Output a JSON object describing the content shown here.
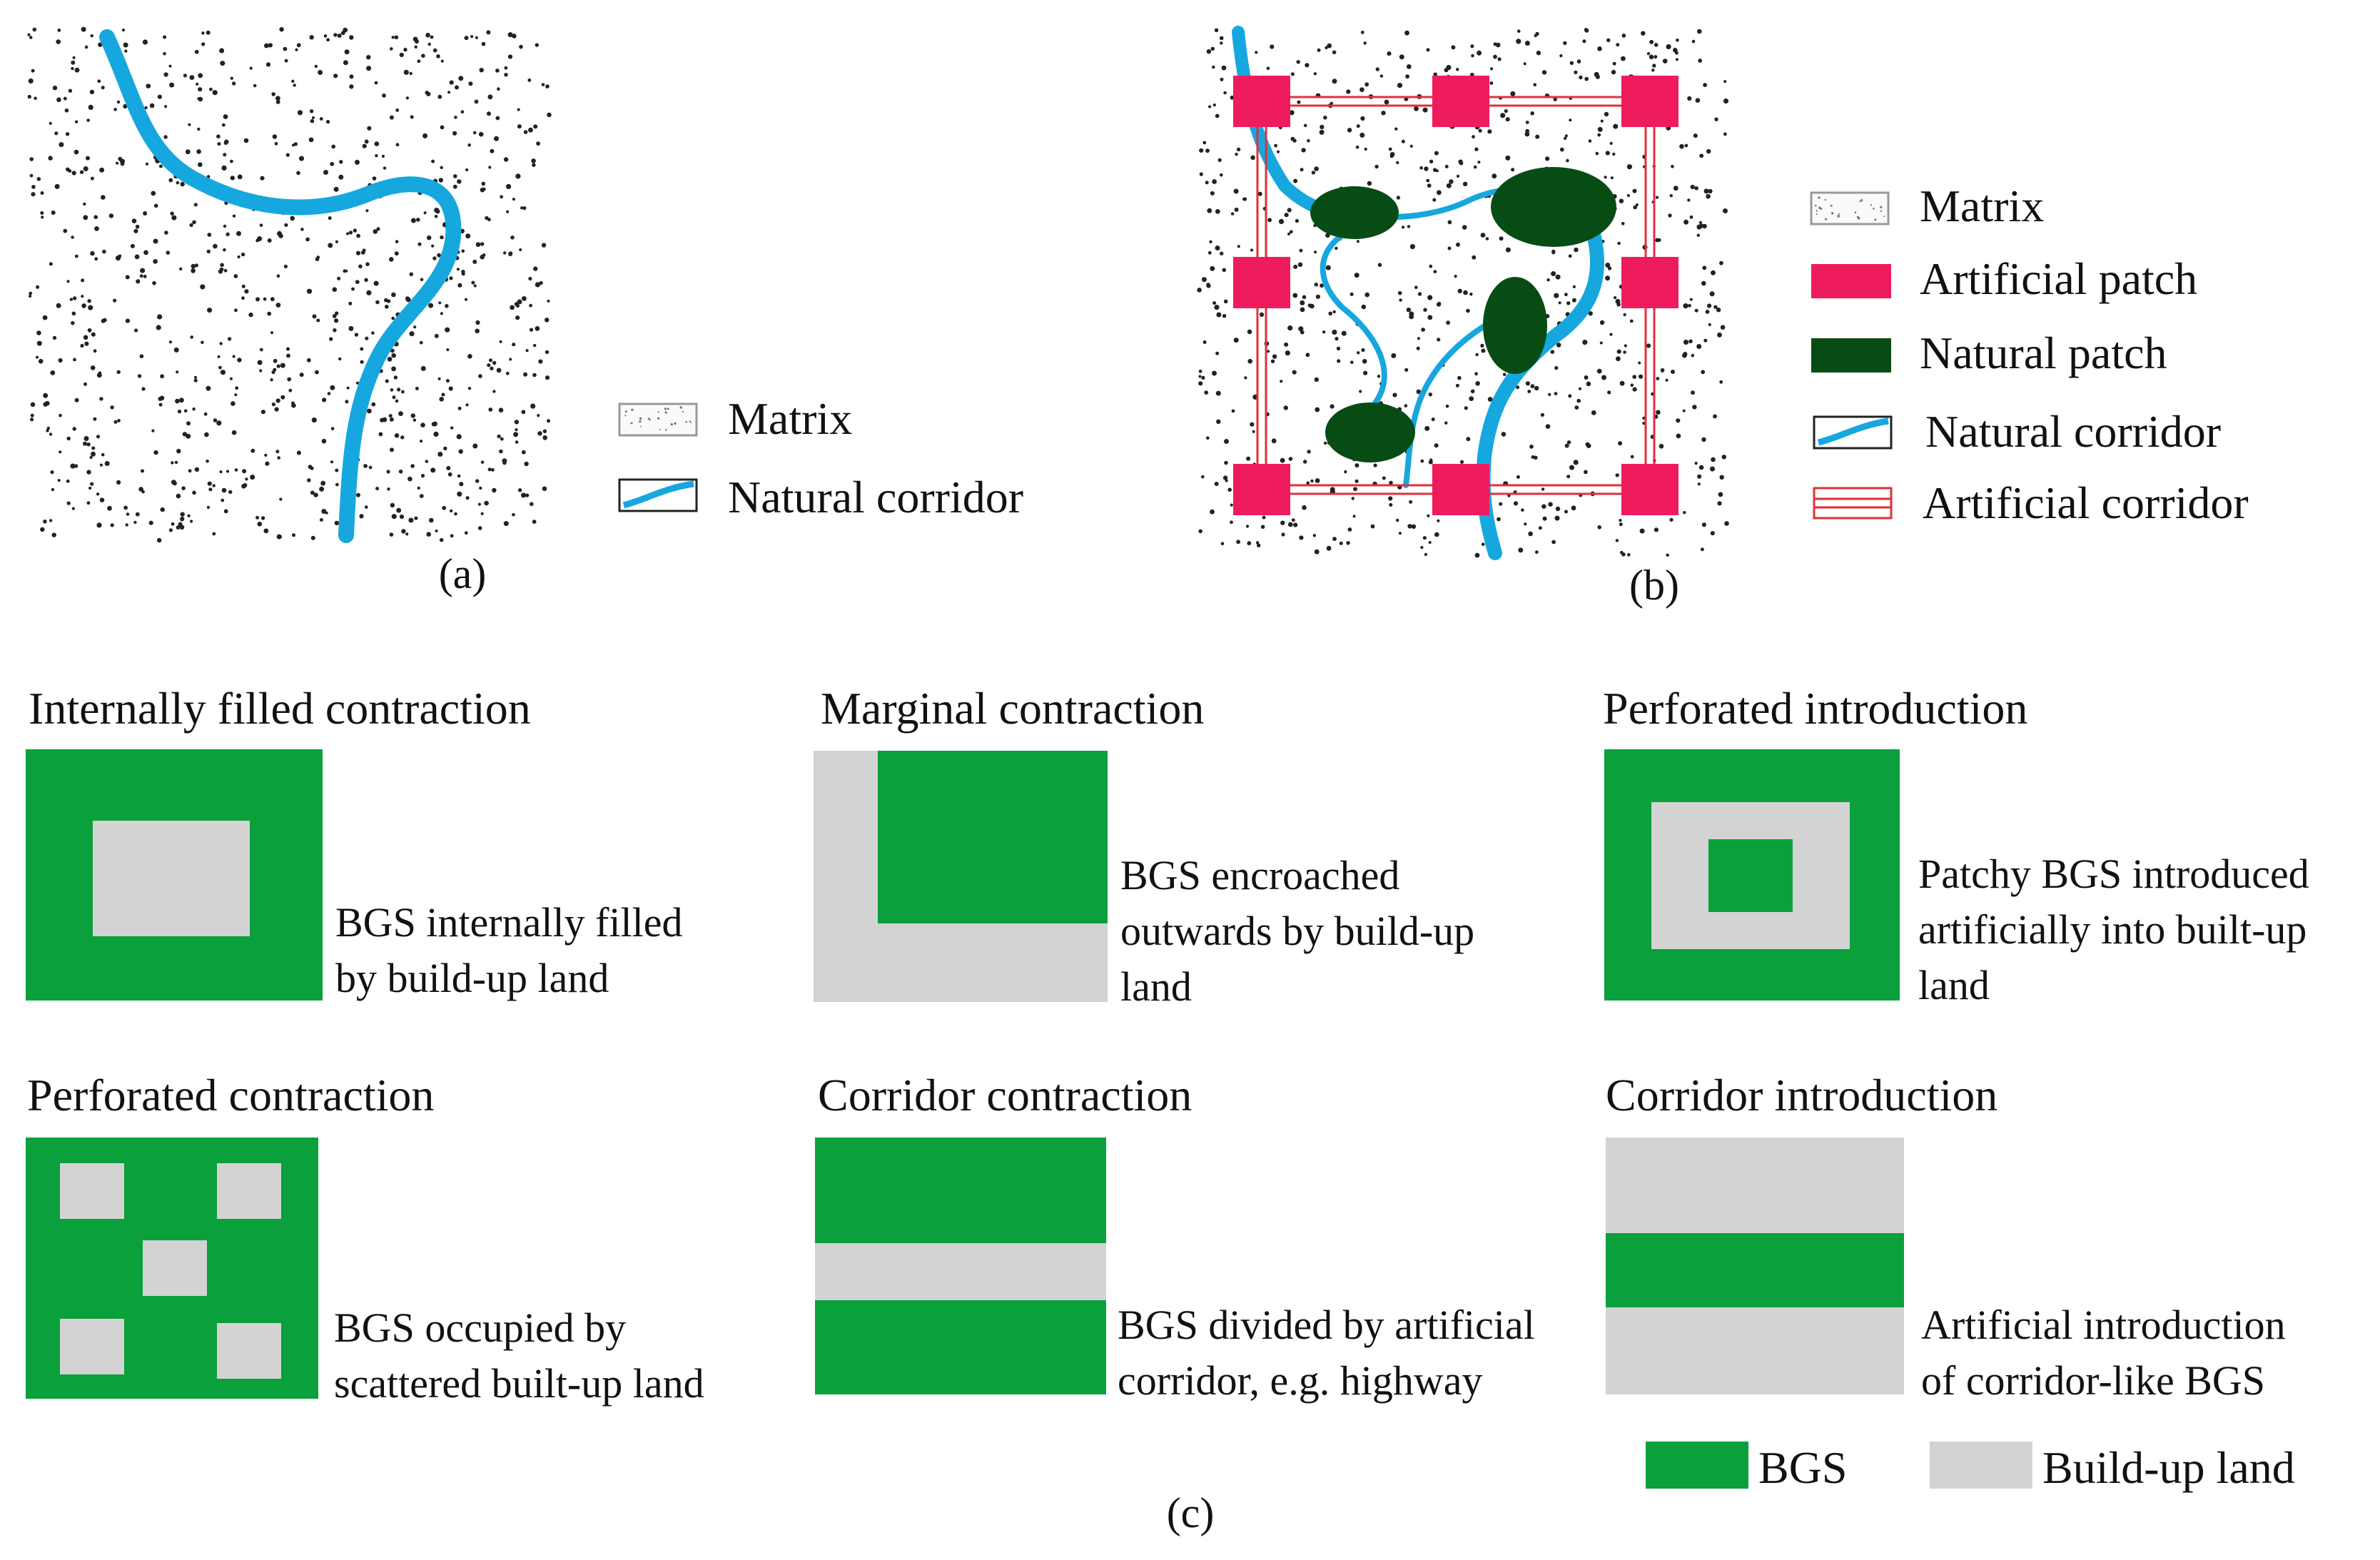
{
  "colors": {
    "bgs": "#0aa03c",
    "built_up": "#d3d3d3",
    "river": "#17a7df",
    "artificial_patch": "#ee1c5c",
    "natural_patch": "#084c15",
    "artificial_corridor": "#e0303a",
    "matrix_dot": "#222222"
  },
  "panel_a": {
    "caption": "(a)",
    "legend": [
      {
        "label": "Matrix",
        "icon": "matrix-swatch"
      },
      {
        "label": "Natural corridor",
        "icon": "natural-corridor-swatch"
      }
    ]
  },
  "panel_b": {
    "caption": "(b)",
    "legend": [
      {
        "label": "Matrix",
        "icon": "matrix-swatch"
      },
      {
        "label": "Artificial patch",
        "icon": "artificial-patch-swatch"
      },
      {
        "label": "Natural patch",
        "icon": "natural-patch-swatch"
      },
      {
        "label": "Natural corridor",
        "icon": "natural-corridor-swatch"
      },
      {
        "label": "Artificial corridor",
        "icon": "artificial-corridor-swatch"
      }
    ]
  },
  "panel_c": {
    "caption": "(c)",
    "types": [
      {
        "title": "Internally filled contraction",
        "desc": [
          "BGS internally filled",
          "by build-up land"
        ]
      },
      {
        "title": "Marginal contraction",
        "desc": [
          "BGS encroached",
          "outwards by build-up",
          "land"
        ]
      },
      {
        "title": "Perforated introduction",
        "desc": [
          "Patchy BGS introduced",
          "artificially into built-up",
          "land"
        ]
      },
      {
        "title": "Perforated contraction",
        "desc": [
          "BGS occupied by",
          "scattered built-up land"
        ]
      },
      {
        "title": "Corridor contraction",
        "desc": [
          "BGS divided by artificial",
          "corridor, e.g. highway"
        ]
      },
      {
        "title": "Corridor introduction",
        "desc": [
          "Artificial introduction",
          "of corridor-like BGS"
        ]
      }
    ],
    "legend": [
      {
        "label": "BGS"
      },
      {
        "label": "Build-up land"
      }
    ]
  }
}
